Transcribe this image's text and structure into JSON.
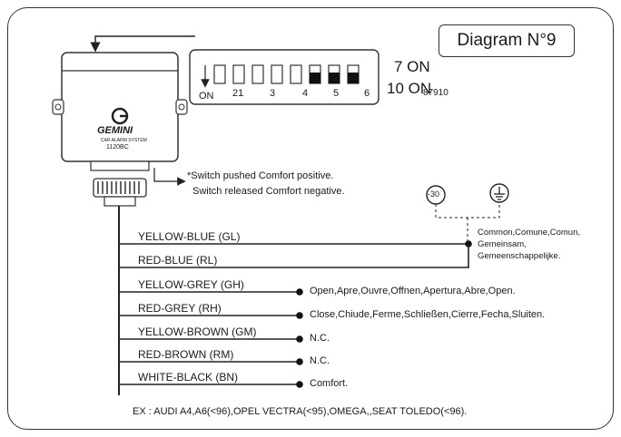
{
  "diagram": {
    "title": "Diagram N°9",
    "dip": {
      "on_label": "ON",
      "numbers": [
        "21",
        "3",
        "4",
        "5",
        "6"
      ],
      "switches": [
        false,
        false,
        false,
        false,
        false,
        true,
        true,
        true
      ],
      "setting_1": "7 ON",
      "setting_2": "10 ON",
      "part_code": "87910"
    },
    "device": {
      "brand": "GEMINI",
      "subtitle": "CAR ALARM SYSTEM",
      "model": "1120BC"
    },
    "note": {
      "line1": "*Switch pushed Comfort positive.",
      "line2": "Switch released Comfort negative."
    },
    "terminals": {
      "minus": "-30",
      "ground": "ground-symbol"
    },
    "common": {
      "line1": "Common,Comune,Comun,",
      "line2": "Gemeinsam,",
      "line3": "Gemeenschappelijke."
    },
    "wires": [
      {
        "label": "YELLOW-BLUE (GL)",
        "dest": ""
      },
      {
        "label": "RED-BLUE (RL)",
        "dest": ""
      },
      {
        "label": "YELLOW-GREY (GH)",
        "dest": "Open,Apre,Ouvre,Offnen,Apertura,Abre,Open."
      },
      {
        "label": "RED-GREY (RH)",
        "dest": "Close,Chiude,Ferme,Schließen,Cierre,Fecha,Sluiten."
      },
      {
        "label": "YELLOW-BROWN (GM)",
        "dest": "N.C."
      },
      {
        "label": "RED-BROWN (RM)",
        "dest": "N.C."
      },
      {
        "label": "WHITE-BLACK (BN)",
        "dest": "Comfort."
      }
    ],
    "example": "EX : AUDI A4,A6(<96),OPEL VECTRA(<95),OMEGA,,SEAT TOLEDO(<96)."
  }
}
